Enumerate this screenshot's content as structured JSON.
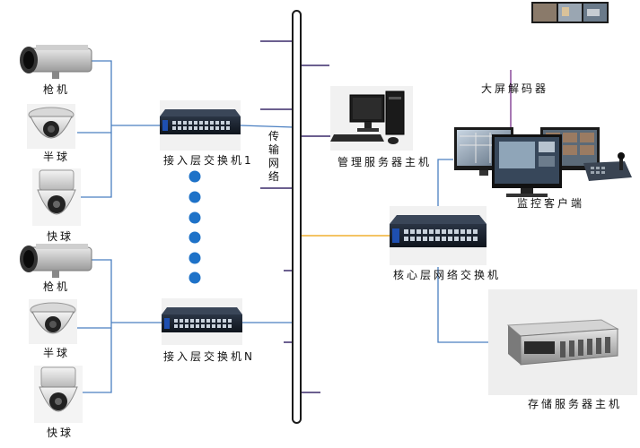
{
  "cameras": {
    "cam1": "枪机",
    "cam2": "半球",
    "cam3": "快球",
    "cam4": "枪机",
    "cam5": "半球",
    "cam6": "快球"
  },
  "switches": {
    "access1": "接入层交换机1",
    "accessN": "接入层交换机N",
    "core": "核心层网络交换机"
  },
  "backbone": "传输网络",
  "devices": {
    "mgmt_server": "管理服务器主机",
    "decoder": "大屏解码器",
    "client": "监控客户端",
    "storage": "存储服务器主机"
  },
  "colors": {
    "camera_link": "#4a7fc1",
    "backbone_tick": "#3a2a6a",
    "core_link": "#f0b030",
    "decoder_link": "#8a4a9a",
    "dot": "#1e72c8"
  }
}
